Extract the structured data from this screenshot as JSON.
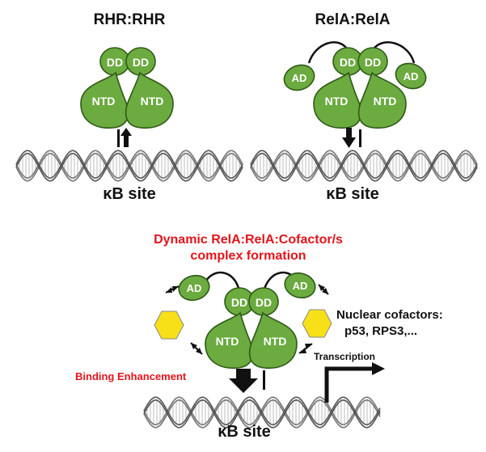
{
  "colors": {
    "domain_fill": "#6bab3f",
    "domain_stroke": "#2f5a17",
    "domain_text": "#ffffff",
    "cofactor_fill": "#f7e017",
    "highlight_text": "#e4141b",
    "dna_strand": "#777777"
  },
  "panels": {
    "rhr_title": "RHR:RHR",
    "rela_title": "RelA:RelA",
    "site_left": "κB site",
    "site_right": "κB site",
    "site_bottom": "κB site"
  },
  "domains": {
    "dd": "DD",
    "ntd": "NTD",
    "ad": "AD"
  },
  "bottom": {
    "title_line1": "Dynamic RelA:RelA:Cofactor/s",
    "title_line2": "complex formation",
    "cofactors_line1": "Nuclear cofactors:",
    "cofactors_line2": "p53, RPS3,...",
    "binding": "Binding Enhancement",
    "transcription": "Transcription"
  },
  "icons": [
    "dna-helix-icon",
    "up-arrow-icon",
    "down-arrow-icon",
    "cofactor-hexagon-icon",
    "transcription-arrow-icon",
    "exchange-arrow-icon"
  ]
}
